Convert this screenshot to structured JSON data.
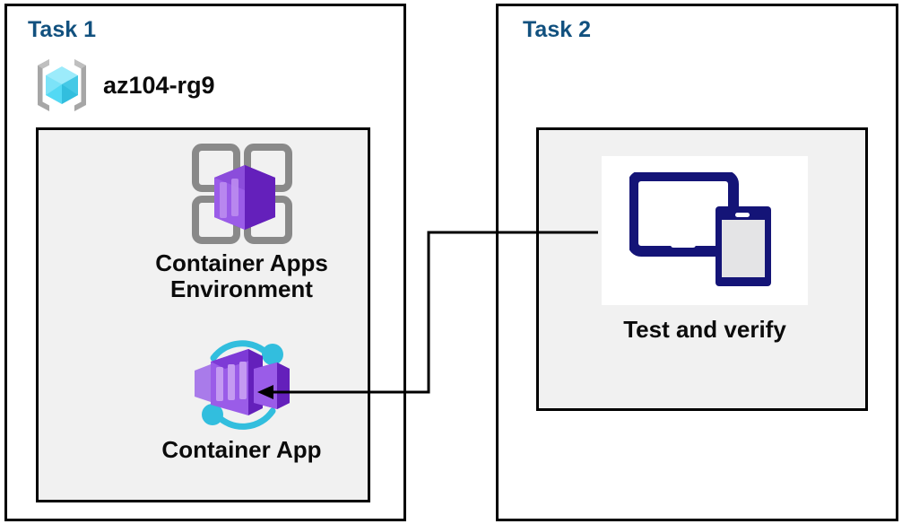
{
  "diagram": {
    "title_color": "#12517f",
    "panel_background": "#f1f1f1",
    "border_color": "#000000",
    "page_background": "#ffffff"
  },
  "task1": {
    "title": "Task 1",
    "resource_group": {
      "icon": "resource-group-icon",
      "label": "az104-rg9"
    },
    "resources": [
      {
        "icon": "container-apps-environment-icon",
        "label": "Container Apps\nEnvironment",
        "icon_colors": {
          "grid": "#898989",
          "cube_light": "#a97bea",
          "cube_dark": "#6b23c0"
        }
      },
      {
        "icon": "container-app-icon",
        "label": "Container App",
        "icon_colors": {
          "cube_light": "#a97bea",
          "cube_dark": "#7722cc",
          "ring": "#32bede"
        }
      }
    ]
  },
  "task2": {
    "title": "Task 2",
    "resources": [
      {
        "icon": "test-devices-icon",
        "label": "Test and verify",
        "icon_colors": {
          "device": "#141477",
          "screen": "#e4e4e6",
          "background": "#ffffff"
        }
      }
    ]
  },
  "connector": {
    "name": "test-to-container-app-arrow",
    "from": "Test and verify",
    "to": "Container App",
    "color": "#000000",
    "arrowhead": "left"
  }
}
